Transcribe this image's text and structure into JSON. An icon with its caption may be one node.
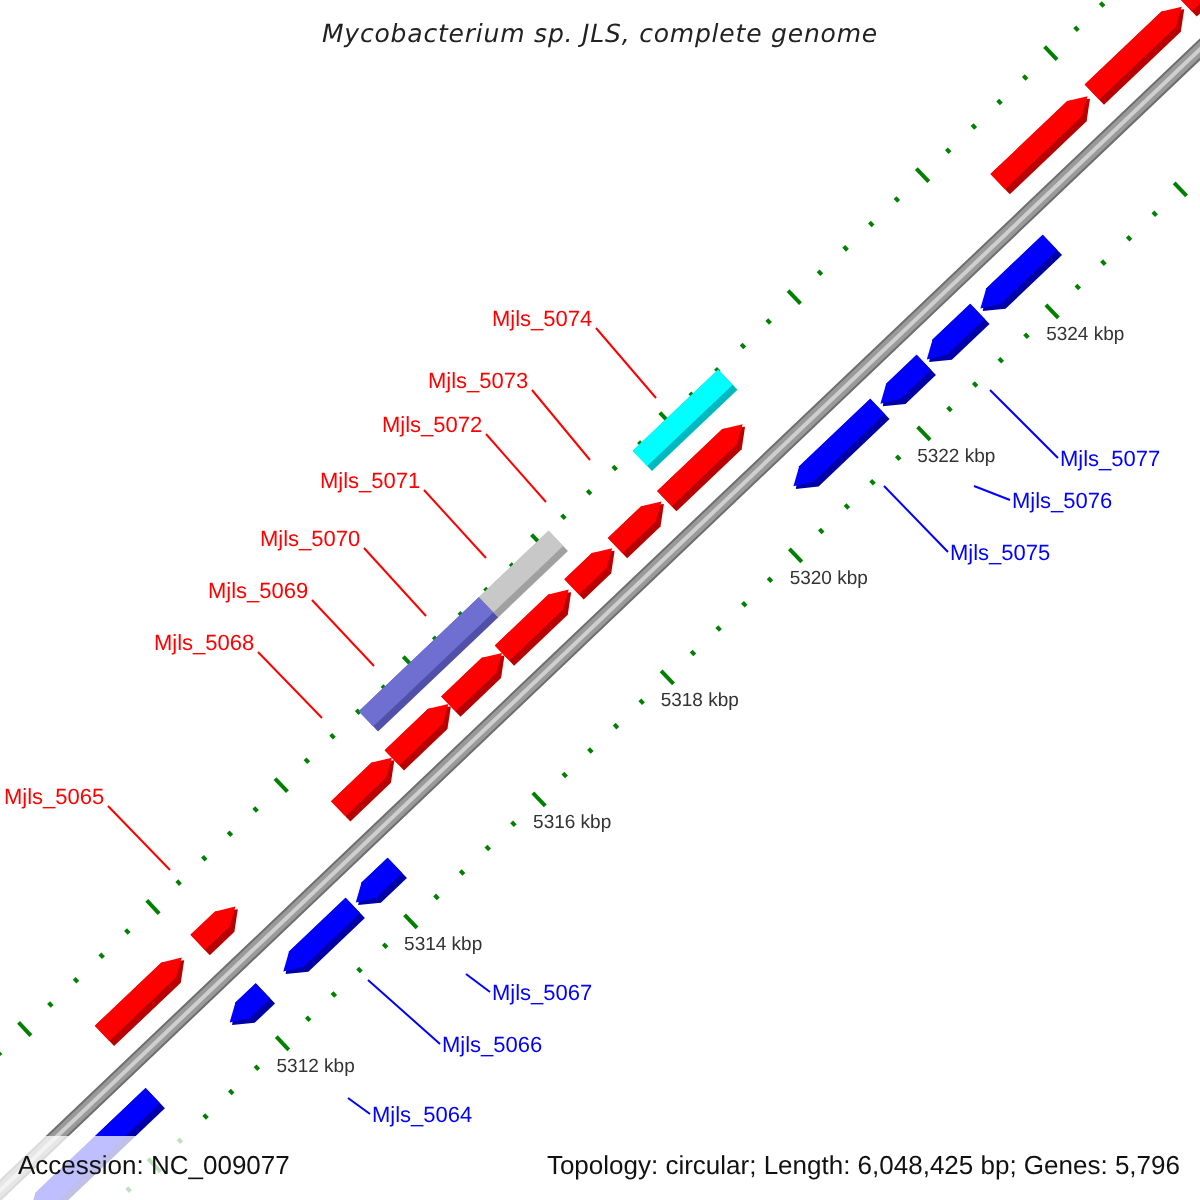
{
  "diagram": {
    "title": "Mycobacterium sp. JLS, complete genome",
    "nodes": [
      {
        "text": [
          "Mjls_5074"
        ]
      },
      {
        "text": [
          "Mjls_5073"
        ]
      },
      {
        "text": [
          "Mjls_5072"
        ]
      },
      {
        "text": [
          "Mjls_5077"
        ]
      },
      {
        "text": [
          "Mjls_5071"
        ]
      },
      {
        "text": [
          "Mjls_5076"
        ]
      },
      {
        "text": [
          "Mjls_5070"
        ]
      },
      {
        "text": [
          "Mjls_5075"
        ]
      },
      {
        "text": [
          "Mjls_5069"
        ]
      },
      {
        "text": [
          "Mjls_5068"
        ]
      },
      {
        "text": [
          "Mjls_5065"
        ]
      },
      {
        "text": [
          "Mjls_5067"
        ]
      },
      {
        "text": [
          "Mjls_5066"
        ]
      },
      {
        "text": [
          "Mjls_5064"
        ]
      }
    ],
    "edges": [
      {
        "from": 0,
        "to": null,
        "arrow": "none"
      },
      {
        "from": 1,
        "to": null,
        "arrow": "none"
      },
      {
        "from": 2,
        "to": null,
        "arrow": "none"
      },
      {
        "from": 3,
        "to": null,
        "arrow": "none",
        "color": "#0000ff"
      },
      {
        "from": 4,
        "to": null,
        "arrow": "none"
      },
      {
        "from": 5,
        "to": null,
        "arrow": "none",
        "color": "#0000ff"
      },
      {
        "from": 6,
        "to": null,
        "arrow": "none"
      },
      {
        "from": 7,
        "to": null,
        "arrow": "none",
        "color": "#0000ff"
      },
      {
        "from": 8,
        "to": null,
        "arrow": "none"
      },
      {
        "from": 9,
        "to": null,
        "arrow": "none"
      },
      {
        "from": 10,
        "to": null,
        "arrow": "none"
      },
      {
        "from": 11,
        "to": null,
        "arrow": "none",
        "color": "#0000ff"
      },
      {
        "from": 12,
        "to": null,
        "arrow": "none",
        "color": "#0000ff"
      },
      {
        "from": 13,
        "to": null,
        "arrow": "none",
        "color": "#0000ff"
      }
    ],
    "labels": [
      "5324 kbp",
      "5322 kbp",
      "5320 kbp",
      "5318 kbp",
      "5316 kbp",
      "5314 kbp",
      "5312 kbp",
      "Accession: NC_009077",
      "Topology: circular; Length: 6,048,425 bp; Genes: 5,796"
    ]
  }
}
